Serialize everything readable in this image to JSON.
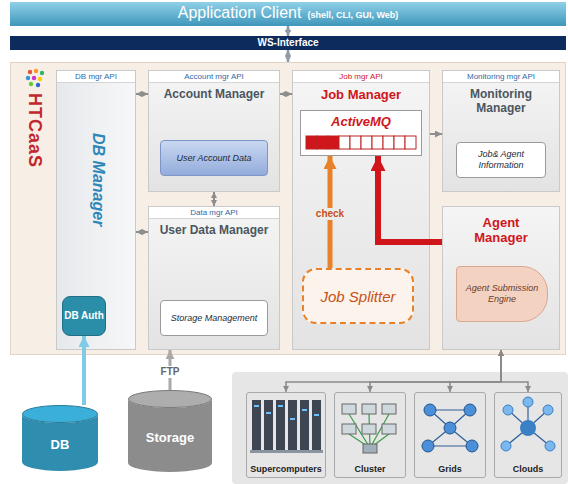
{
  "diagram": {
    "nodes": [
      {
        "text": [
          "Application Client",
          "(shell, CLI, GUI, Web)"
        ]
      },
      {
        "text": [
          "WS-Interface"
        ]
      },
      {
        "text": [
          "HTCaaS"
        ]
      },
      {
        "text": [
          "DB mgr API",
          "DB Manager"
        ],
        "in": 2
      },
      {
        "text": [
          "DB Auth"
        ],
        "in": 3
      },
      {
        "text": [
          "Account mgr API",
          "Account Manager"
        ],
        "in": 2
      },
      {
        "text": [
          "User Account Data"
        ],
        "in": 5
      },
      {
        "text": [
          "Job mgr API",
          "Job Manager"
        ],
        "in": 2
      },
      {
        "text": [
          "ActiveMQ"
        ],
        "in": 7
      },
      {
        "text": [
          "Monitoring mgr API",
          "Monitoring Manager"
        ],
        "in": 2
      },
      {
        "text": [
          "Job& Agent Information"
        ],
        "in": 9
      },
      {
        "text": [
          "Data mgr API",
          "User Data Manager"
        ],
        "in": 2
      },
      {
        "text": [
          "Storage Management"
        ],
        "in": 11
      },
      {
        "text": [
          "Job Splitter"
        ],
        "in": 7
      },
      {
        "text": [
          "Agent Manager"
        ],
        "in": 2
      },
      {
        "text": [
          "Agent Submission Engine"
        ],
        "in": 14
      },
      {
        "text": [
          "DB"
        ]
      },
      {
        "text": [
          "Storage"
        ]
      },
      {
        "text": [
          "Supercomputers"
        ]
      },
      {
        "text": [
          "Cluster"
        ]
      },
      {
        "text": [
          "Grids"
        ]
      },
      {
        "text": [
          "Clouds"
        ]
      }
    ],
    "edges": [
      {
        "from": 0,
        "to": 1,
        "arrow": "both"
      },
      {
        "from": 1,
        "to": 2,
        "arrow": "both"
      },
      {
        "from": 3,
        "to": 5,
        "arrow": "both"
      },
      {
        "from": 5,
        "to": 7,
        "arrow": "both"
      },
      {
        "from": 7,
        "to": 9,
        "arrow": "to"
      },
      {
        "from": 5,
        "to": 11,
        "arrow": "both"
      },
      {
        "from": 3,
        "to": 11,
        "arrow": "both"
      },
      {
        "from": 17,
        "to": 11,
        "label": "FTP",
        "arrow": "to"
      },
      {
        "from": 16,
        "to": 4,
        "arrow": "to"
      },
      {
        "from": 13,
        "to": 8,
        "label": "check",
        "arrow": "to"
      },
      {
        "from": 14,
        "to": 8,
        "arrow": "to"
      },
      {
        "from": 14,
        "to": 18,
        "arrow": "both"
      },
      {
        "from": 14,
        "to": 19,
        "arrow": "both"
      },
      {
        "from": 14,
        "to": 20,
        "arrow": "both"
      },
      {
        "from": 14,
        "to": 21,
        "arrow": "both"
      }
    ]
  }
}
